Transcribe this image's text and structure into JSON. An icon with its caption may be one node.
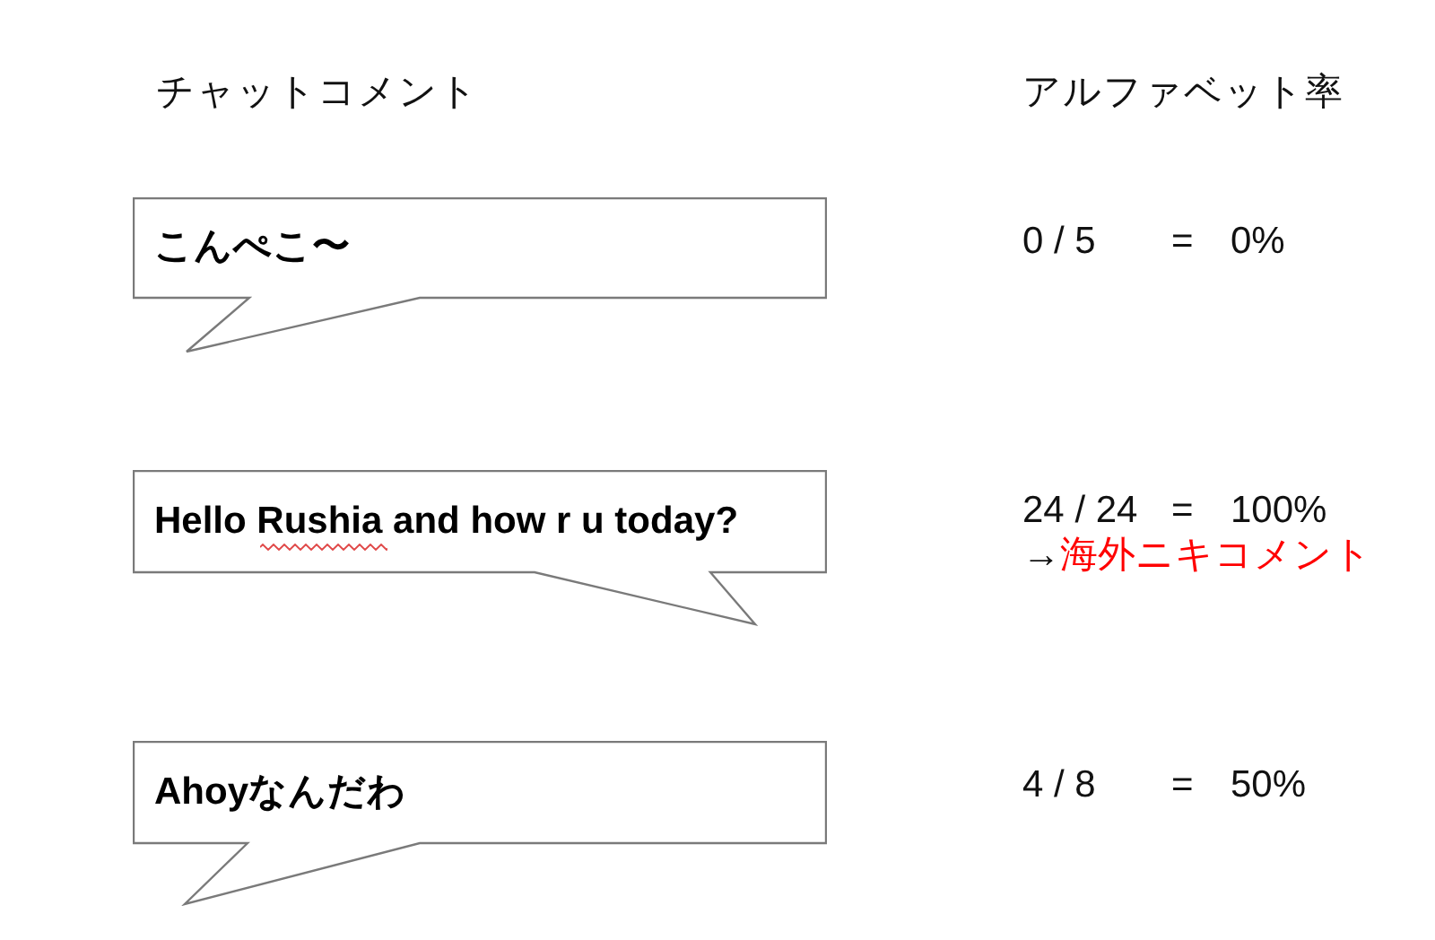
{
  "diagram": {
    "nodes": [
      {
        "text": [
          "こんぺこ〜"
        ]
      },
      {
        "text": [
          "Hello Rushia and how r u today?"
        ]
      },
      {
        "text": [
          "Ahoyなんだわ"
        ]
      }
    ],
    "labels": [
      "チャットコメント",
      "アルファベット率",
      "0 / 5",
      "=",
      "0%",
      "24 / 24",
      "=",
      "100%",
      "→",
      "海外ニキコメント",
      "4 / 8",
      "=",
      "50%"
    ]
  }
}
